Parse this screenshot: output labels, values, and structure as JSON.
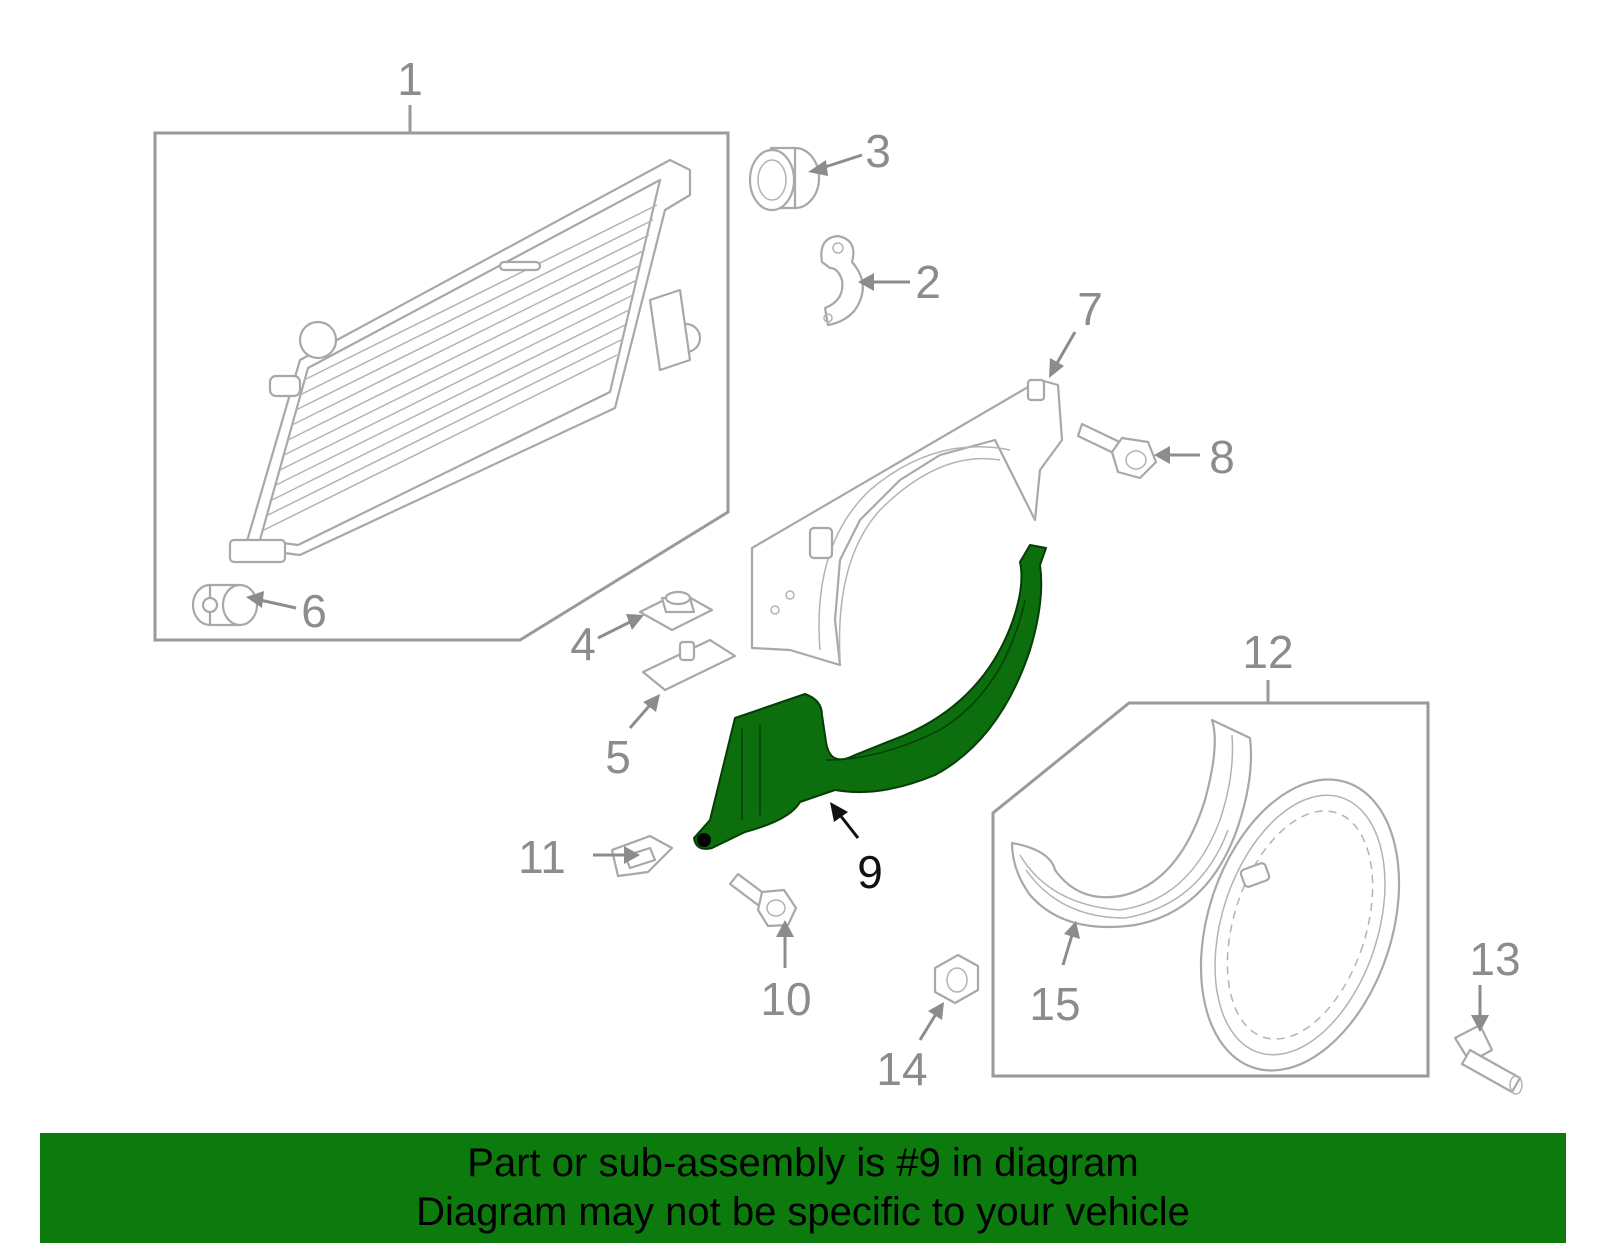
{
  "callouts": {
    "c1": "1",
    "c2": "2",
    "c3": "3",
    "c4": "4",
    "c5": "5",
    "c6": "6",
    "c7": "7",
    "c8": "8",
    "c9": "9",
    "c10": "10",
    "c11": "11",
    "c12": "12",
    "c13": "13",
    "c14": "14",
    "c15": "15"
  },
  "highlight": {
    "part_number": "9",
    "color": "#0c6e0c"
  },
  "banner": {
    "line1": "Part or sub-assembly is #9 in diagram",
    "line2": "Diagram may not be specific to your vehicle",
    "background": "#0c7a0c"
  }
}
